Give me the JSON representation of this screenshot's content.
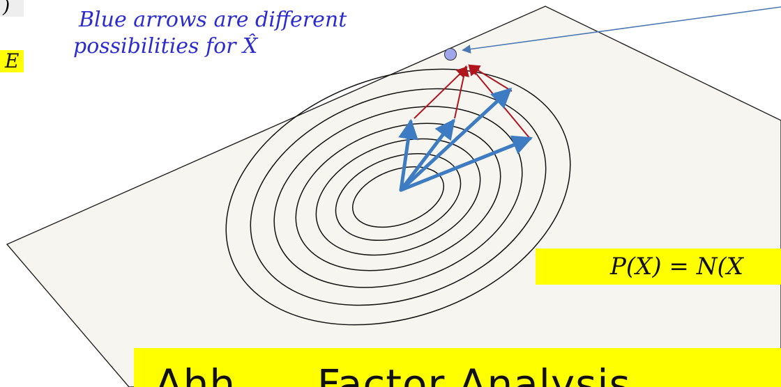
{
  "fragments": {
    "left_paren": ")",
    "left_e": "E"
  },
  "annotation": {
    "line1": "Blue arrows are different",
    "line2_prefix": "possibilities for ",
    "line2_symbol": "X̂"
  },
  "equation": {
    "text": "P(X) = N(X"
  },
  "title_banner": {
    "text": "Ahh. . . Factor Analysis"
  },
  "colors": {
    "plane_fill": "#f7f5f0",
    "contour_stroke": "#111111",
    "blue_arrow": "#3d7bc3",
    "red_arrow": "#b0141d",
    "pointer_line": "#4a78b5",
    "highlight": "#ffff00",
    "annotation_text": "#2b2bd0",
    "point_fill": "#9ea6ec"
  }
}
